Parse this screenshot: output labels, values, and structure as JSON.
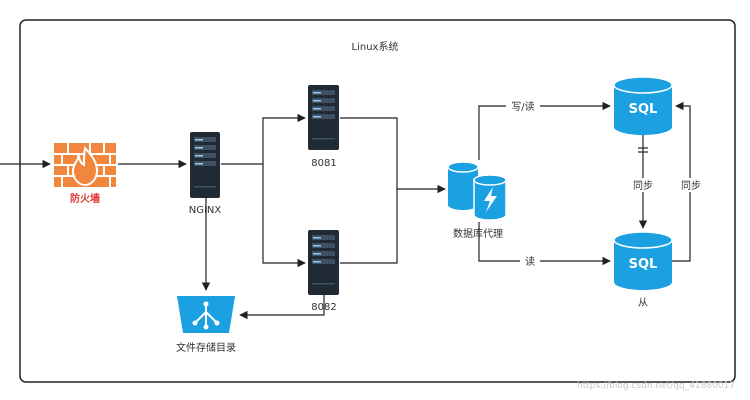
{
  "diagram": {
    "title": "Linux系统",
    "nodes": {
      "firewall": "防火墙",
      "nginx": "NGINX",
      "server1": "8081",
      "server2": "8082",
      "proxy": "数据库代理",
      "file_storage": "文件存储目录",
      "master_db": "SQL",
      "slave_db_text": "SQL",
      "slave_label": "从"
    },
    "edges": {
      "proxy_to_master": "写/读",
      "proxy_to_slave": "读",
      "master_to_slave": "同步",
      "slave_to_master": "同步"
    },
    "watermark": "https://blog.csdn.net/qq_41880017"
  },
  "colors": {
    "server_dark": "#1f2a35",
    "db_blue": "#1ba1e2",
    "firewall_orange": "#f0873c",
    "firewall_label": "#e53935",
    "line": "#222222"
  }
}
